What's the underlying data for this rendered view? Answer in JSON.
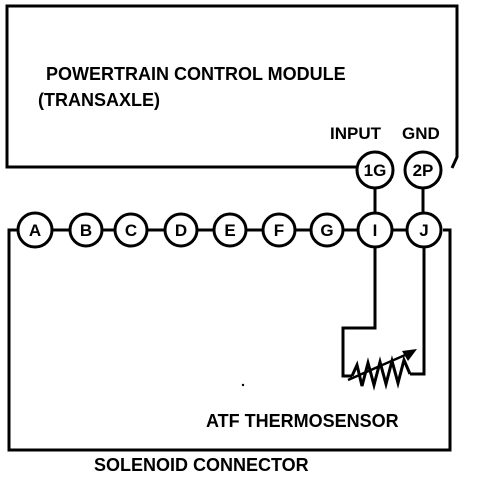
{
  "pcm": {
    "title_line1": "POWERTRAIN CONTROL MODULE",
    "title_line2": "(TRANSAXLE)",
    "pin_label_input": "INPUT",
    "pin_label_gnd": "GND",
    "pins": [
      "1G",
      "2P"
    ]
  },
  "solenoid_connector": {
    "label": "SOLENOID CONNECTOR",
    "pins": [
      "A",
      "B",
      "C",
      "D",
      "E",
      "F",
      "G",
      "I",
      "J"
    ]
  },
  "sensor": {
    "label": "ATF THERMOSENSOR"
  }
}
